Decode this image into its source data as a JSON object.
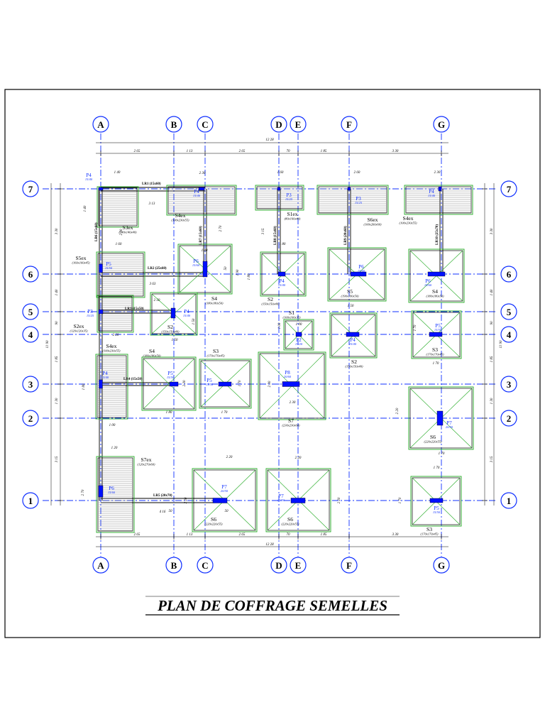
{
  "title": "PLAN DE COFFRAGE SEMELLES",
  "axes_columns": [
    "A",
    "B",
    "C",
    "D",
    "E",
    "F",
    "G"
  ],
  "axes_rows": [
    "7",
    "6",
    "5",
    "4",
    "3",
    "2",
    "1"
  ],
  "top_dims": [
    "2 65",
    "1 13",
    "2 65",
    "70",
    "1 85",
    "3 30"
  ],
  "top_total": "12 28",
  "bottom_dims": [
    "2 65",
    "1 13",
    "2 65",
    "70",
    "1 85",
    "3 30"
  ],
  "bottom_total": "12 28",
  "left_dims": [
    "3 30",
    "1 40",
    "90",
    "1 85",
    "1 30",
    "3 15"
  ],
  "left_total": "11 90",
  "right_dims": [
    "3 30",
    "1 40",
    "90",
    "1 85",
    "1 30",
    "3 15"
  ],
  "right_total": "11 90",
  "footings": [
    {
      "name": "S3ex",
      "size": "(140x140x40)"
    },
    {
      "name": "S4ex",
      "size": "(100x230x55)"
    },
    {
      "name": "S1ex",
      "size": "(80x160x40)"
    },
    {
      "name": "S6ex",
      "size": "(100x260x60)"
    },
    {
      "name": "S4ex",
      "size": "(100x230x55)"
    },
    {
      "name": "S5ex",
      "size": "(160x160x45)"
    },
    {
      "name": "S4",
      "size": "(180x180x50)"
    },
    {
      "name": "S2",
      "size": "(150x150x40)"
    },
    {
      "name": "S5",
      "size": "(190x190x50)"
    },
    {
      "name": "S4",
      "size": "(180x180x50)"
    },
    {
      "name": "S2ex",
      "size": "(120x120x35)"
    },
    {
      "name": "S2",
      "size": "(150x150x40)"
    },
    {
      "name": "S1",
      "size": "(100x100x35)"
    },
    {
      "name": "S2",
      "size": "(150x150x40)"
    },
    {
      "name": "S3",
      "size": "(170x170x45)"
    },
    {
      "name": "S4ex",
      "size": "(100x230x55)"
    },
    {
      "name": "S4",
      "size": "(180x180x50)"
    },
    {
      "name": "S3",
      "size": "(170x170x45)"
    },
    {
      "name": "S7",
      "size": "(230x230x60)"
    },
    {
      "name": "S6",
      "size": "(220x220x55)"
    },
    {
      "name": "S7ex",
      "size": "(120x270x60)"
    },
    {
      "name": "S6",
      "size": "(220x220x55)"
    },
    {
      "name": "S6",
      "size": "(220x220x55)"
    },
    {
      "name": "S3",
      "size": "(170x170x45)"
    }
  ],
  "columns": [
    {
      "name": "P4",
      "size": "15/40"
    },
    {
      "name": "P4",
      "size": "15/40"
    },
    {
      "name": "P3",
      "size": "15/25"
    },
    {
      "name": "P3",
      "size": "15/25"
    },
    {
      "name": "P4",
      "size": "15/40"
    },
    {
      "name": "P5",
      "size": "15/50"
    },
    {
      "name": "P6",
      "size": "15/60"
    },
    {
      "name": "P4",
      "size": "15/40"
    },
    {
      "name": "P6",
      "size": "15/60"
    },
    {
      "name": "P6",
      "size": "15/60"
    },
    {
      "name": "P3",
      "size": "15/25"
    },
    {
      "name": "P4",
      "size": "15/40"
    },
    {
      "name": "P2",
      "size": "15/20"
    },
    {
      "name": "P4",
      "size": "15/40"
    },
    {
      "name": "P5",
      "size": "15/50"
    },
    {
      "name": "P4",
      "size": "15/40"
    },
    {
      "name": "P5",
      "size": "15/50"
    },
    {
      "name": "P5",
      "size": "15/50"
    },
    {
      "name": "P8",
      "size": "20/60"
    },
    {
      "name": "P7",
      "size": "20/50"
    },
    {
      "name": "P6",
      "size": "15/60"
    },
    {
      "name": "P7",
      "size": "20/50"
    },
    {
      "name": "P7",
      "size": "20/50"
    },
    {
      "name": "P5",
      "size": "15/50"
    }
  ],
  "tie_beams": [
    "LR1 (15x60)",
    "LR2 (25x60)",
    "LR3 (15x50)",
    "LR4 (15x50)",
    "LR5 (20x70)",
    "LR6 (15x60)",
    "LR7 (15x60)",
    "LR8 (15x60)",
    "LR9 (20x60)",
    "LR10 (25x70)"
  ],
  "local_dims": [
    "1 40",
    "2 30",
    "1 60",
    "2 60",
    "2 30",
    "1 40",
    "3 13",
    "2 90",
    "2 70",
    "3 15",
    "1 60",
    "1 80",
    "1 80",
    "1 90",
    "1 80",
    "50",
    "3 63",
    "2 50",
    "1 50",
    "1 50",
    "1 00",
    "1 00",
    "1 50",
    "1 70",
    "2 20",
    "1 80",
    "2 30",
    "2 30",
    "1 80",
    "1 70",
    "1 70",
    "1 00",
    "2 30",
    "1 70",
    "2 20",
    "2 20",
    "2 20",
    "1 70",
    "1 20",
    "2 70",
    "4 16",
    "2 20",
    "2 20",
    "1 70",
    "1 70",
    "50",
    "50"
  ]
}
